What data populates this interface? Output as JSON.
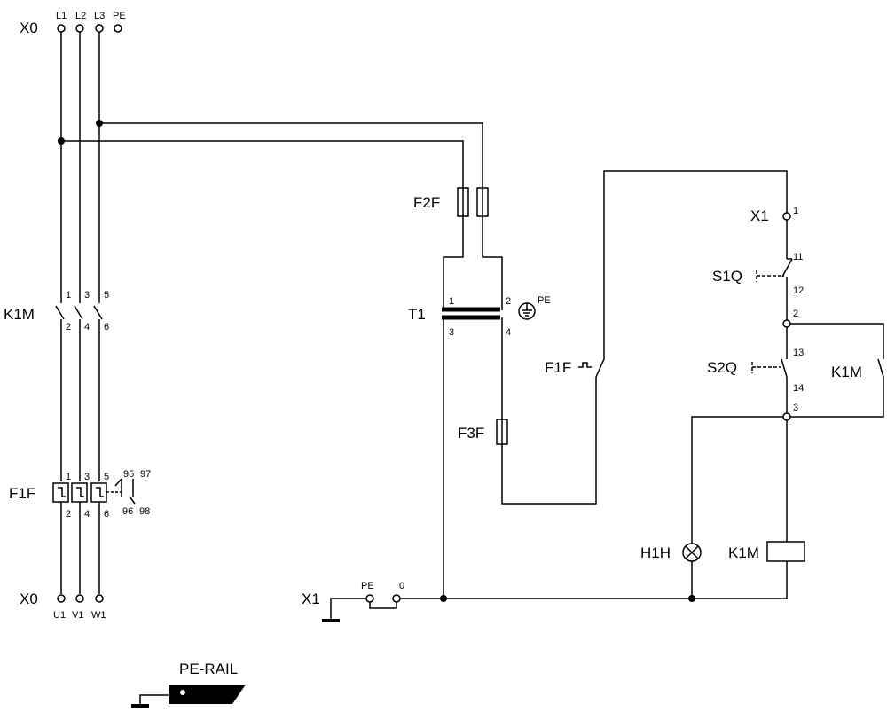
{
  "labels": {
    "x0_top": "X0",
    "l1": "L1",
    "l2": "L2",
    "l3": "L3",
    "pe_top": "PE",
    "k1m_main": "K1M",
    "k1m_p1": "1",
    "k1m_p3": "3",
    "k1m_p5": "5",
    "k1m_p2": "2",
    "k1m_p4": "4",
    "k1m_p6": "6",
    "f1f_main": "F1F",
    "f1f_p1": "1",
    "f1f_p3": "3",
    "f1f_p5": "5",
    "f1f_p2": "2",
    "f1f_p4": "4",
    "f1f_p6": "6",
    "f1f_95": "95",
    "f1f_97": "97",
    "f1f_96": "96",
    "f1f_98": "98",
    "x0_bottom": "X0",
    "u1": "U1",
    "v1": "V1",
    "w1": "W1",
    "f2f": "F2F",
    "t1": "T1",
    "t1_p1": "1",
    "t1_p2": "2",
    "t1_p3": "3",
    "t1_p4": "4",
    "t1_pe": "PE",
    "f3f": "F3F",
    "f1f_ctrl": "F1F",
    "x1_top": "X1",
    "x1_p1": "1",
    "s1q": "S1Q",
    "s1q_11": "11",
    "s1q_12": "12",
    "node_2": "2",
    "s2q": "S2Q",
    "s2q_13": "13",
    "s2q_14": "14",
    "node_3": "3",
    "k1m_aux": "K1M",
    "h1h": "H1H",
    "k1m_coil": "K1M",
    "x1_bottom": "X1",
    "x1_pe": "PE",
    "x1_0": "0",
    "pe_rail": "PE-RAIL"
  }
}
